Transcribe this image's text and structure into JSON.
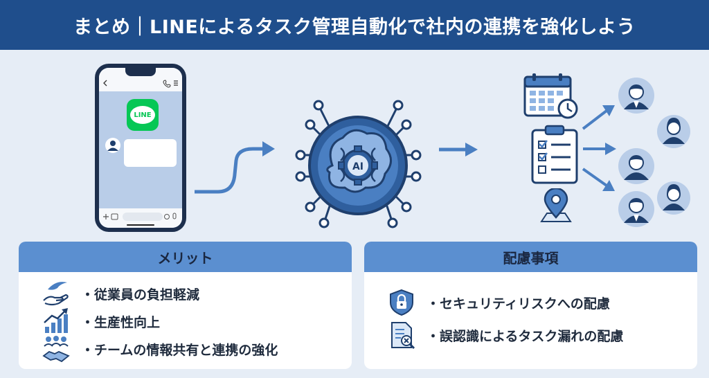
{
  "header": {
    "title": "まとめ｜LINEによるタスク管理自動化で社内の連携を強化しよう"
  },
  "illustration": {
    "line_logo_text": "LINE",
    "ai_label": "AI"
  },
  "merits": {
    "heading": "メリット",
    "items": [
      {
        "label": "・従業員の負担軽減",
        "icon": "hand-feather-icon"
      },
      {
        "label": "・生産性向上",
        "icon": "growth-chart-icon"
      },
      {
        "label": "・チームの情報共有と連携の強化",
        "icon": "team-handshake-icon"
      }
    ]
  },
  "considerations": {
    "heading": "配慮事項",
    "items": [
      {
        "label": "・セキュリティリスクへの配慮",
        "icon": "shield-lock-icon"
      },
      {
        "label": "・誤認識によるタスク漏れの配慮",
        "icon": "document-error-icon"
      }
    ]
  },
  "colors": {
    "header_bg": "#1f4e8c",
    "background": "#e6edf6",
    "panel_head_bg": "#5b8fd0",
    "accent": "#4a7fc2",
    "line_green": "#06c755"
  }
}
